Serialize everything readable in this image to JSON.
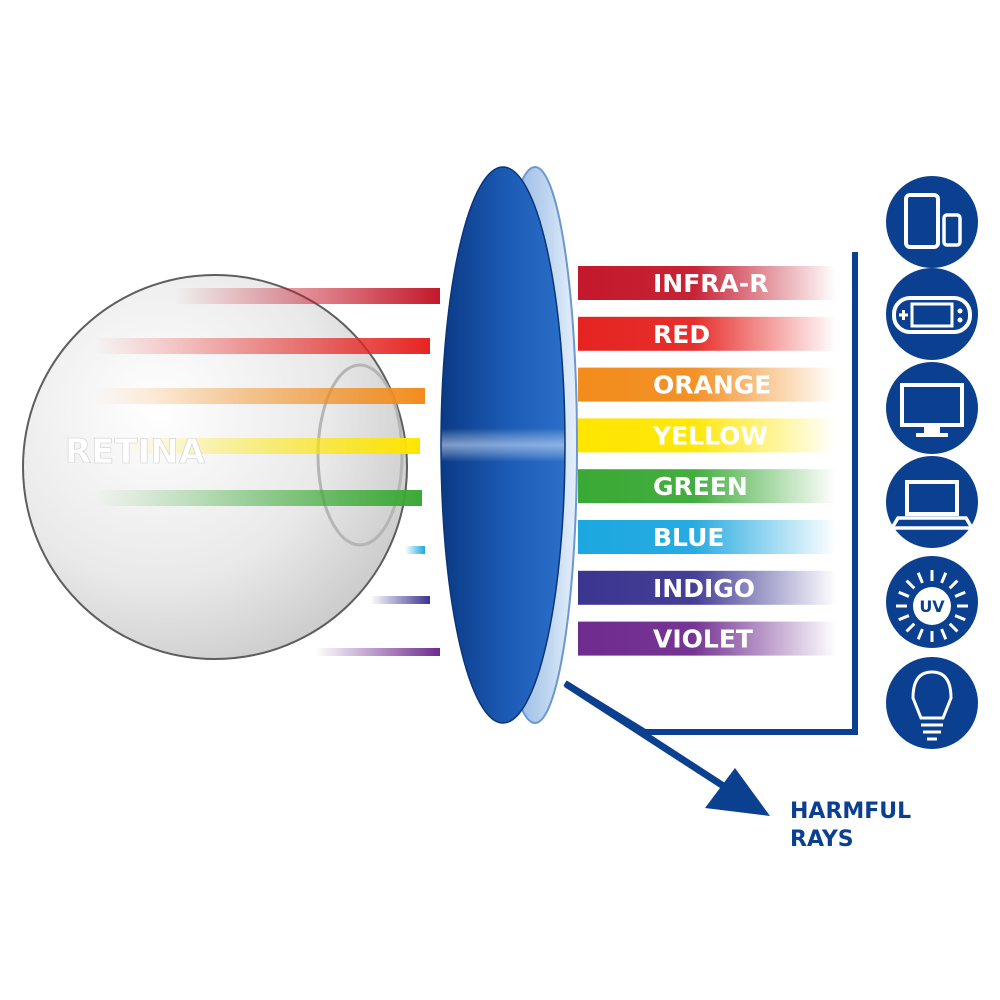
{
  "retina_label": "RETINA",
  "harmful": {
    "line1": "HARMFUL",
    "line2": "RAYS"
  },
  "colors": {
    "lens_dark": "#0b3f8f",
    "lens_mid": "#1e5bb5",
    "lens_light": "#9fc0e6",
    "icon_blue": "#0b3f8f",
    "arrow": "#0b3f8f"
  },
  "bands": [
    {
      "label": "INFRA-R",
      "color": "#c4182b",
      "passes": true
    },
    {
      "label": "RED",
      "color": "#e52421",
      "passes": true
    },
    {
      "label": "ORANGE",
      "color": "#f28c1c",
      "passes": true
    },
    {
      "label": "YELLOW",
      "color": "#ffe600",
      "passes": true
    },
    {
      "label": "GREEN",
      "color": "#3aa935",
      "passes": true
    },
    {
      "label": "BLUE",
      "color": "#1ca7e0",
      "passes": false
    },
    {
      "label": "INDIGO",
      "color": "#3b3590",
      "passes": false
    },
    {
      "label": "VIOLET",
      "color": "#6f2b8f",
      "passes": false
    }
  ],
  "icons": [
    {
      "name": "tablet-phone-icon"
    },
    {
      "name": "game-console-icon"
    },
    {
      "name": "monitor-icon"
    },
    {
      "name": "laptop-icon"
    },
    {
      "name": "uv-sun-icon",
      "text": "UV"
    },
    {
      "name": "light-bulb-icon"
    }
  ]
}
